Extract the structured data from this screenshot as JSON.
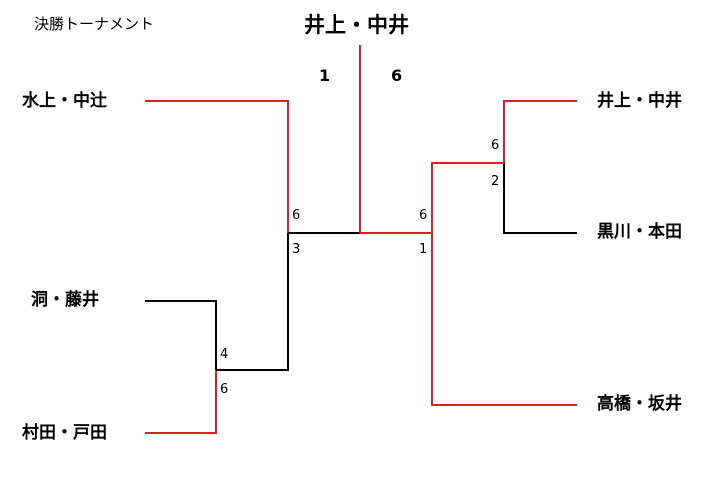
{
  "title": "決勝トーナメント",
  "champion": "井上・中井",
  "final_scores": {
    "left": "1",
    "right": "6"
  },
  "teams": {
    "mizukami_nakatsuji": "水上・中辻",
    "hora_fujii": "洞・藤井",
    "murata_toda": "村田・戸田",
    "inoue_nakai": "井上・中井",
    "kurokawa_honda": "黒川・本田",
    "takahashi_sakai": "高橋・坂井"
  },
  "scores": {
    "left_r1_top": "4",
    "left_r1_bottom": "6",
    "left_semi_top": "6",
    "left_semi_bottom": "3",
    "right_r1_top": "6",
    "right_r1_bottom": "2",
    "right_semi_top": "6",
    "right_semi_bottom": "1"
  },
  "colors": {
    "winner_line": "#dd1f1f",
    "loser_line": "#000000"
  }
}
